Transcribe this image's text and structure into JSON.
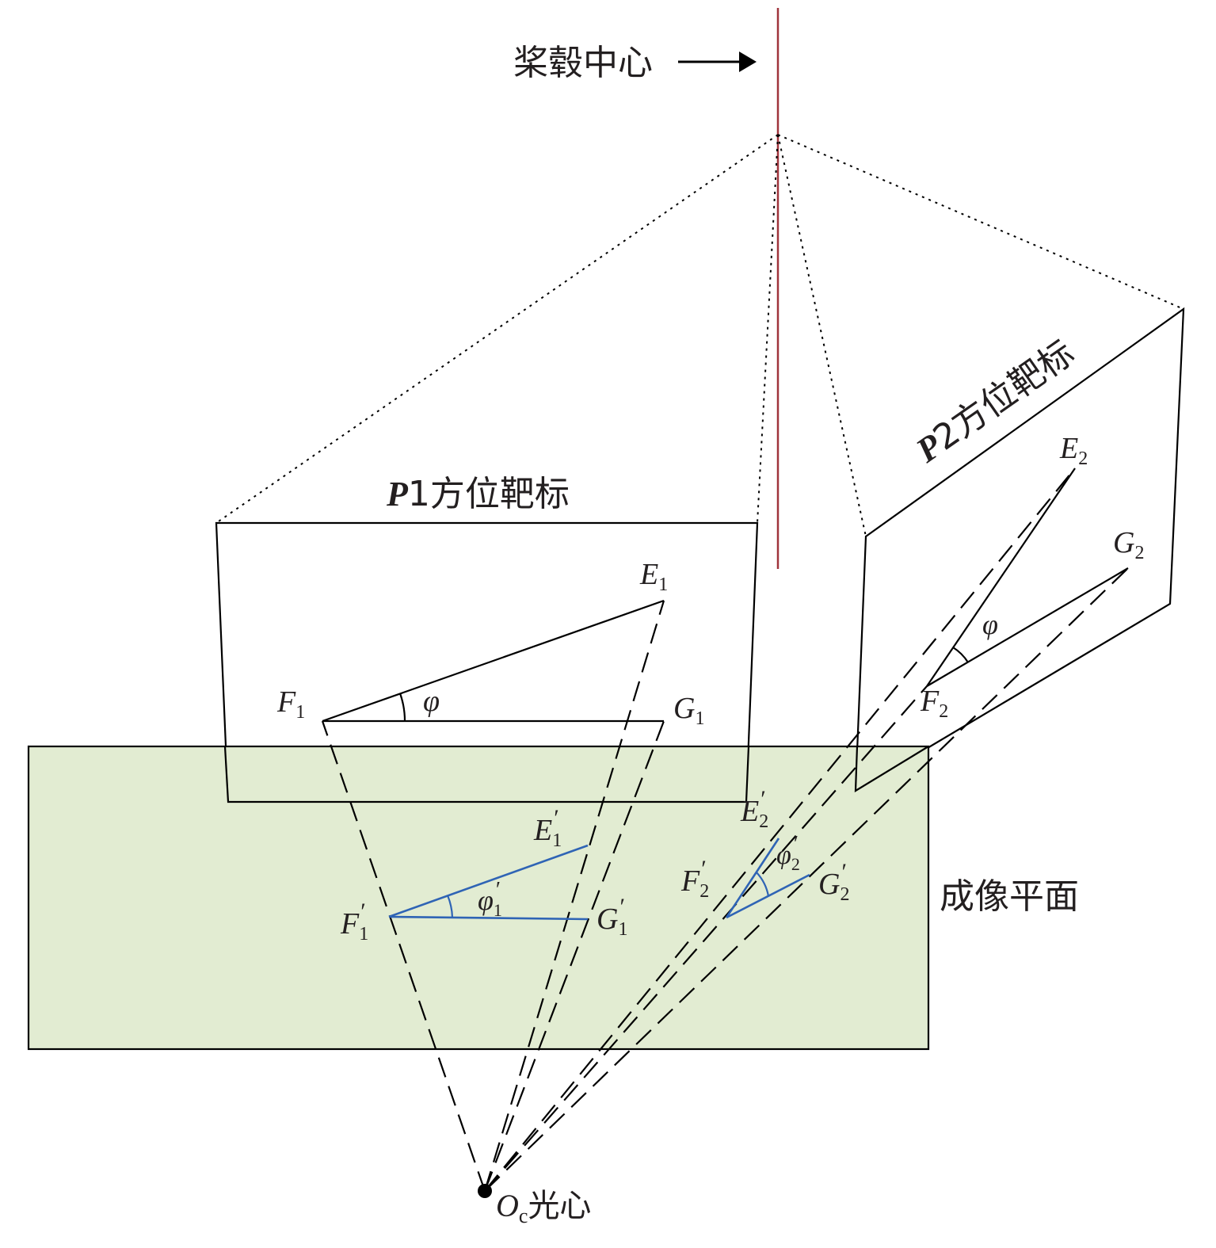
{
  "labels": {
    "hub_center": "桨毂中心",
    "p1_bold": "P",
    "p1_rest": "1方位靶标",
    "p2_bold": "P",
    "p2_rest": "2方位靶标",
    "imaging_plane": "成像平面",
    "optical_center_symbol": "O",
    "optical_center_sub": "c",
    "optical_center_text": "光心",
    "E1": "E",
    "E1_sub": "1",
    "F1": "F",
    "F1_sub": "1",
    "G1": "G",
    "G1_sub": "1",
    "phi1": "φ",
    "E2": "E",
    "E2_sub": "2",
    "F2": "F",
    "F2_sub": "2",
    "G2": "G",
    "G2_sub": "2",
    "phi2": "φ",
    "E1p": "E",
    "E1p_sub": "1",
    "E1p_prime": "′",
    "F1p": "F",
    "F1p_sub": "1",
    "F1p_prime": "′",
    "G1p": "G",
    "G1p_sub": "1",
    "G1p_prime": "′",
    "phi1p": "φ",
    "phi1p_sub": "1",
    "phi1p_prime": "′",
    "E2p": "E",
    "E2p_sub": "2",
    "E2p_prime": "′",
    "F2p": "F",
    "F2p_sub": "2",
    "F2p_prime": "′",
    "G2p": "G",
    "G2p_sub": "2",
    "G2p_prime": "′",
    "phi2p": "φ",
    "phi2p_sub": "2",
    "phi2p_prime": "′"
  },
  "colors": {
    "hub_axis": "#a0343c",
    "imaging_plane_fill": "#e2ecd2",
    "projection": "#2f64b5",
    "line": "#000000"
  }
}
